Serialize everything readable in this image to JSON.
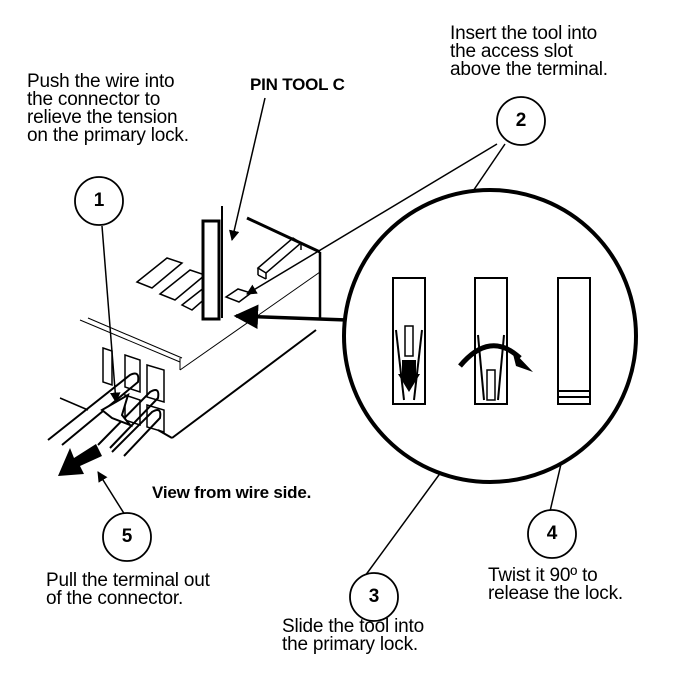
{
  "figure": {
    "tool_label": "PIN TOOL C",
    "view_label": "View from wire side.",
    "steps": [
      {
        "number": "1",
        "text_lines": [
          "Push the wire into",
          "the connector to",
          "relieve the tension",
          "on the primary lock."
        ]
      },
      {
        "number": "2",
        "text_lines": [
          "Insert the tool into",
          "the access slot",
          "above the terminal."
        ]
      },
      {
        "number": "3",
        "text_lines": [
          "Slide the tool into",
          "the primary lock."
        ]
      },
      {
        "number": "4",
        "text_lines": [
          "Twist it 90º to",
          "release the lock."
        ]
      },
      {
        "number": "5",
        "text_lines": [
          "Pull the terminal out",
          "of the connector."
        ]
      }
    ]
  },
  "colors": {
    "ink": "#000000",
    "paper": "#ffffff"
  }
}
